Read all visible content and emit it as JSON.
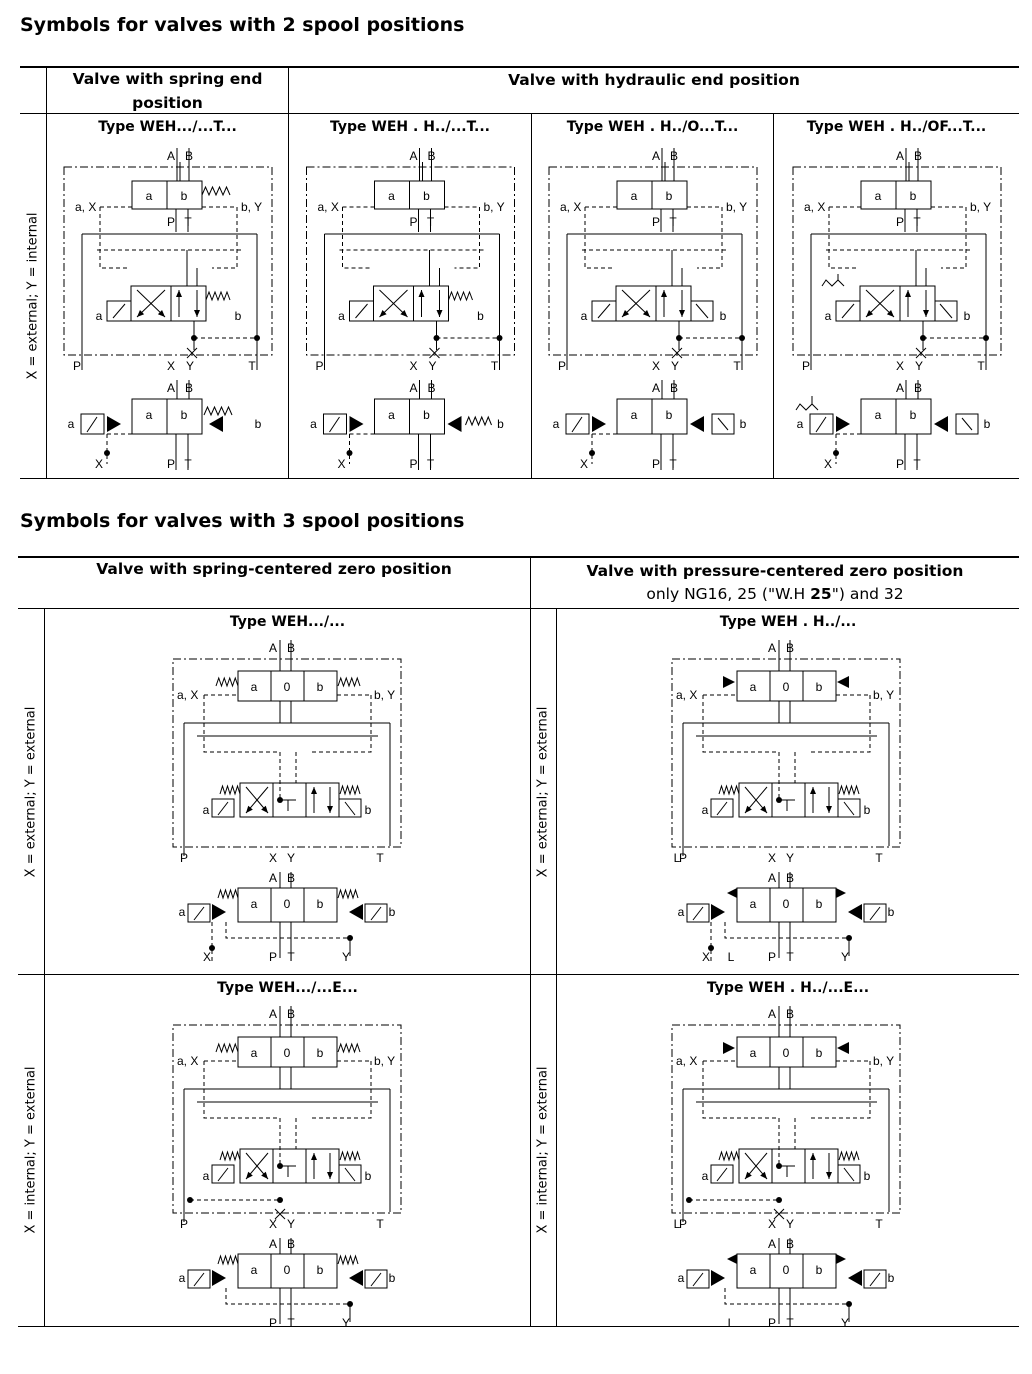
{
  "section1": {
    "title": "Symbols for valves with 2 spool positions",
    "header_spring": "Valve with spring end position",
    "header_hydraulic": "Valve with hydraulic end position",
    "row_label": "X = external; Y = internal",
    "cells": [
      {
        "title": "Type WEH.../...T...",
        "variant": "spring"
      },
      {
        "title": "Type WEH . H../...T...",
        "variant": "hyd"
      },
      {
        "title": "Type WEH . H../O...T...",
        "variant": "hyd-o"
      },
      {
        "title": "Type WEH . H../OF...T...",
        "variant": "hyd-of"
      }
    ]
  },
  "section2": {
    "title": "Symbols for valves with 3 spool positions",
    "header_spring": "Valve with spring-centered zero position",
    "header_pressure": "Valve with pressure-centered zero position",
    "header_pressure_note_pre": "only NG16, 25 (\"W.H ",
    "header_pressure_note_bold": "25",
    "header_pressure_note_post": "\") and 32",
    "row1_label": "X = external; Y = external",
    "row2_label": "X = internal; Y = external",
    "cells": [
      {
        "title": "Type WEH.../...",
        "variant": "spring-center"
      },
      {
        "title": "Type WEH . H../...",
        "variant": "pressure-center"
      },
      {
        "title": "Type WEH.../...E...",
        "variant": "spring-center-e"
      },
      {
        "title": "Type WEH . H../...E...",
        "variant": "pressure-center-e"
      }
    ]
  },
  "ports": {
    "A": "A",
    "B": "B",
    "P": "P",
    "T": "T",
    "X": "X",
    "Y": "Y",
    "L": "L",
    "a": "a",
    "b": "b",
    "zero": "0",
    "aX": "a, X",
    "bY": "b, Y"
  }
}
